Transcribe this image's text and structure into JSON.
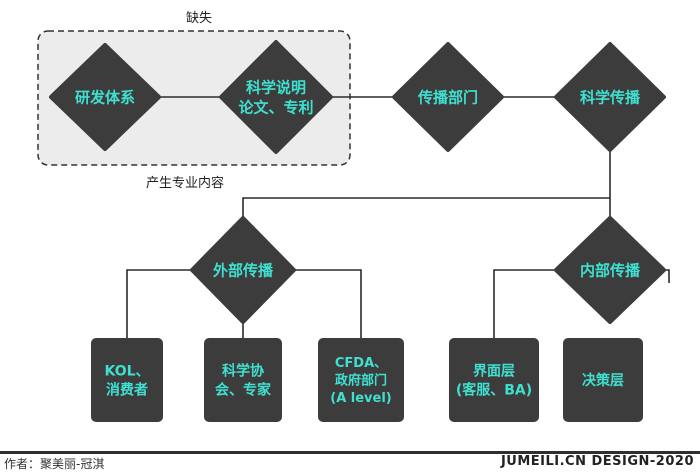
{
  "labels": {
    "missing": "缺失",
    "produce": "产生专业内容"
  },
  "nodes": {
    "rnd": [
      "研发体系"
    ],
    "papers": [
      "科学说明",
      "论文、专利"
    ],
    "comm_dept": [
      "传播部门"
    ],
    "sci_comm": [
      "科学传播"
    ],
    "ext_comm": [
      "外部传播"
    ],
    "int_comm": [
      "内部传播"
    ],
    "kol": [
      "KOL、",
      "消费者"
    ],
    "assoc": [
      "科学协",
      "会、专家"
    ],
    "cfda": [
      "CFDA、",
      "政府部门",
      "(A level)"
    ],
    "interface": [
      "界面层",
      "(客服、BA)"
    ],
    "decision": [
      "决策层"
    ]
  },
  "footer": {
    "author": "作者：聚美丽-冠淇",
    "brand": "JUMEILI.CN DESIGN-2020"
  },
  "colors": {
    "node_fill": "#3c3c3c",
    "node_text": "#3fe0d0",
    "line": "#2b2b2b",
    "group_fill": "#ececec",
    "group_border": "#333333"
  }
}
